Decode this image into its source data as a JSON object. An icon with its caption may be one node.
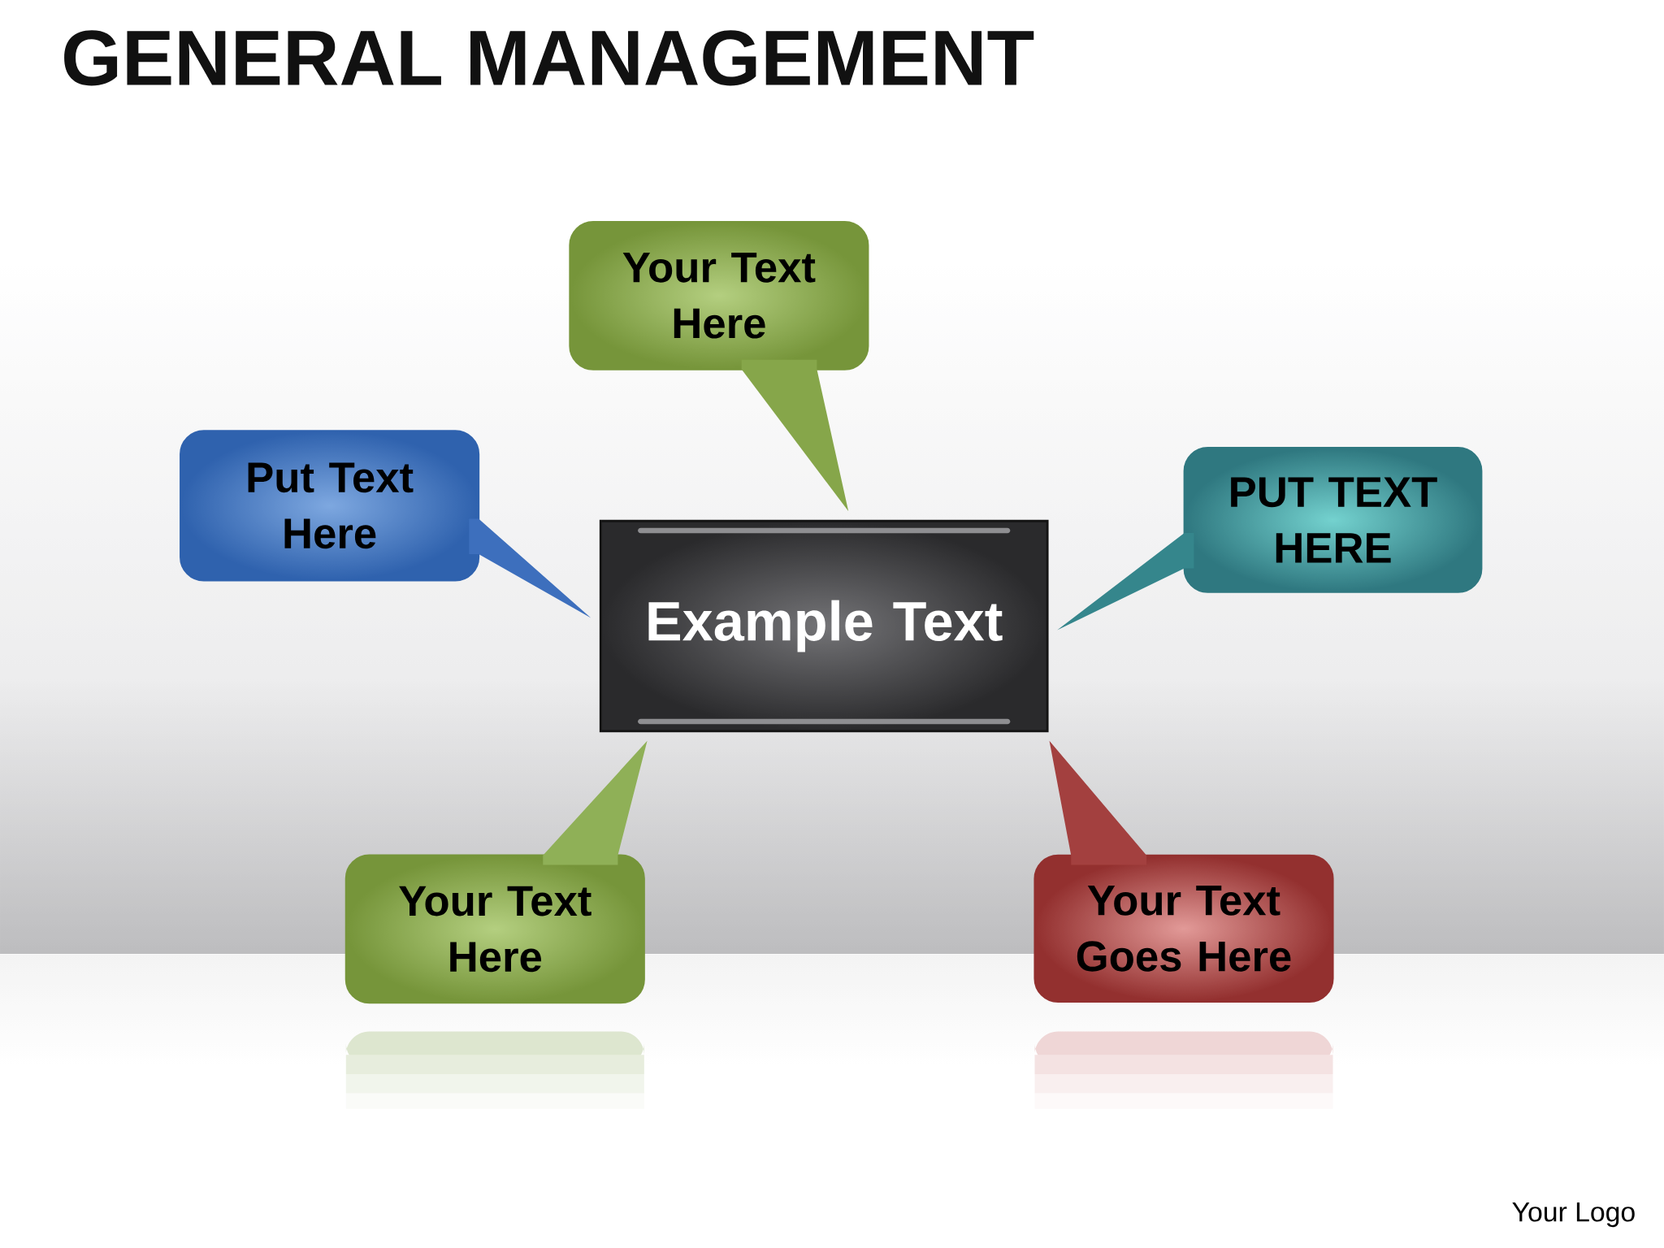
{
  "diagram": {
    "title": "GENERAL MANAGEMENT",
    "nodes": [
      {
        "text": [
          "Your Text Here"
        ]
      },
      {
        "text": [
          "Put Text Here"
        ]
      },
      {
        "text": [
          "Example Text"
        ]
      },
      {
        "text": [
          "PUT TEXT HERE"
        ]
      },
      {
        "text": [
          "Your Text Here"
        ]
      },
      {
        "text": [
          "Your Text Goes Here"
        ]
      }
    ],
    "edges": [
      {
        "from": 0,
        "to": 2,
        "arrow": "to",
        "color": "#86a64a"
      },
      {
        "from": 1,
        "to": 2,
        "arrow": "to",
        "color": "#3d6fbd"
      },
      {
        "from": 3,
        "to": 2,
        "arrow": "to",
        "color": "#35868c"
      },
      {
        "from": 4,
        "to": 2,
        "arrow": "to",
        "color": "#8fb057"
      },
      {
        "from": 5,
        "to": 2,
        "arrow": "to",
        "color": "#a3403f"
      }
    ],
    "labels": [
      "Your Logo"
    ]
  }
}
